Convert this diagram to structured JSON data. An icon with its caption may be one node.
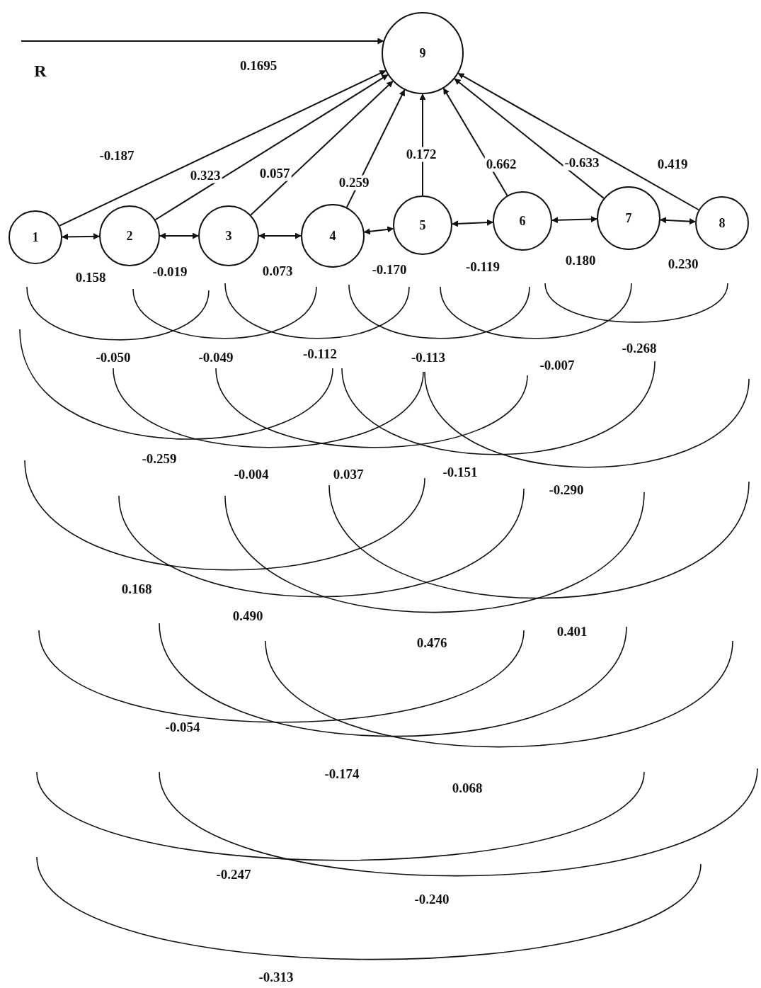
{
  "diagram": {
    "nodes": [
      {
        "text": [
          "9"
        ]
      },
      {
        "text": [
          "1"
        ]
      },
      {
        "text": [
          "2"
        ]
      },
      {
        "text": [
          "3"
        ]
      },
      {
        "text": [
          "4"
        ]
      },
      {
        "text": [
          "5"
        ]
      },
      {
        "text": [
          "6"
        ]
      },
      {
        "text": [
          "7"
        ]
      },
      {
        "text": [
          "8"
        ]
      }
    ],
    "edges": [
      {
        "from": null,
        "to": 0,
        "arrow": "to",
        "label": "0.1695"
      },
      {
        "from": 1,
        "to": 0,
        "arrow": "to",
        "label": "-0.187"
      },
      {
        "from": 2,
        "to": 0,
        "arrow": "to",
        "label": "0.323"
      },
      {
        "from": 3,
        "to": 0,
        "arrow": "to",
        "label": "0.057"
      },
      {
        "from": 4,
        "to": 0,
        "arrow": "to",
        "label": "0.259"
      },
      {
        "from": 5,
        "to": 0,
        "arrow": "to",
        "label": "0.172"
      },
      {
        "from": 6,
        "to": 0,
        "arrow": "to",
        "label": "0.662"
      },
      {
        "from": 7,
        "to": 0,
        "arrow": "to",
        "label": "-0.633"
      },
      {
        "from": 8,
        "to": 0,
        "arrow": "to",
        "label": "0.419"
      },
      {
        "from": 1,
        "to": 2,
        "arrow": "both",
        "label": "0.158"
      },
      {
        "from": 2,
        "to": 3,
        "arrow": "both",
        "label": "-0.019"
      },
      {
        "from": 3,
        "to": 4,
        "arrow": "both",
        "label": "0.073"
      },
      {
        "from": 4,
        "to": 5,
        "arrow": "both",
        "label": "-0.170"
      },
      {
        "from": 5,
        "to": 6,
        "arrow": "both",
        "label": "-0.119"
      },
      {
        "from": 6,
        "to": 7,
        "arrow": "both",
        "label": "0.180"
      },
      {
        "from": 7,
        "to": 8,
        "arrow": "both",
        "label": "0.230"
      }
    ],
    "labels": [
      "R",
      "-0.050",
      "-0.049",
      "-0.112",
      "-0.113",
      "-0.007",
      "-0.268",
      "-0.259",
      "-0.004",
      "0.037",
      "-0.151",
      "-0.290",
      "0.168",
      "0.490",
      "0.476",
      "0.401",
      "-0.054",
      "-0.174",
      "0.068",
      "-0.247",
      "-0.240",
      "-0.313"
    ]
  }
}
